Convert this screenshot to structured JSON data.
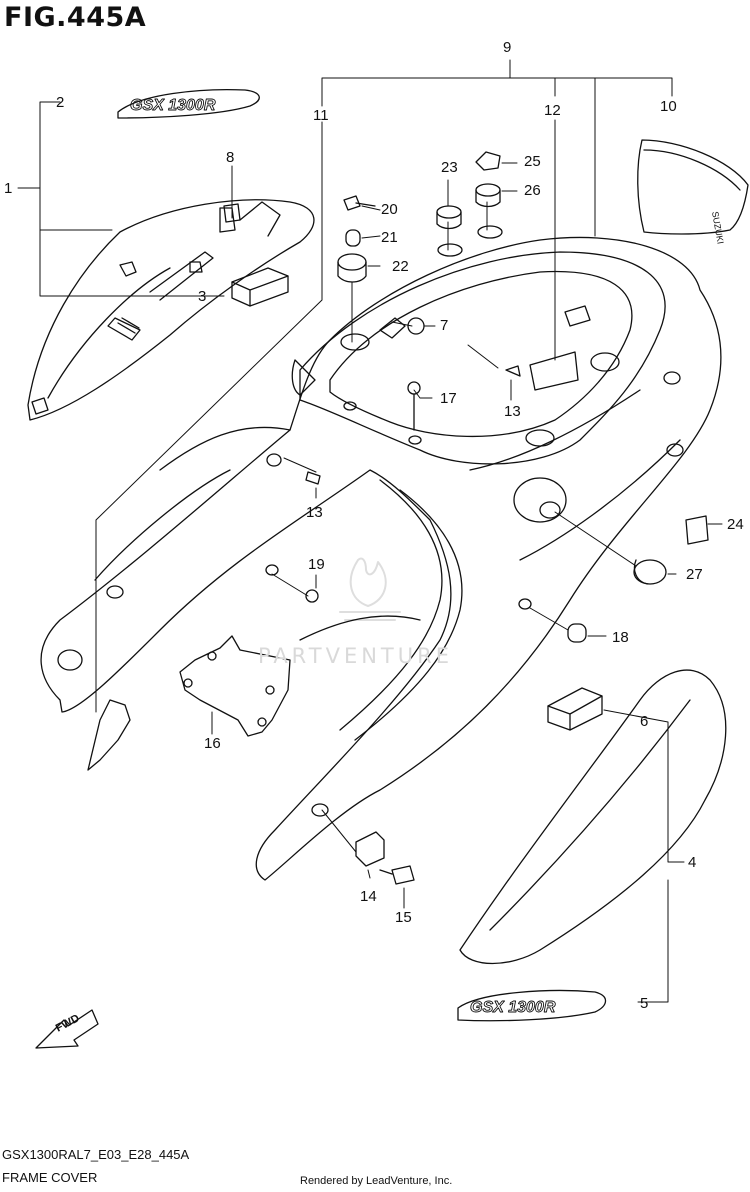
{
  "figure": {
    "title": "FIG.445A",
    "code": "GSX1300RAL7_E03_E28_445A",
    "caption": "FRAME COVER",
    "render_credit": "Rendered by LeadVenture, Inc.",
    "watermark": "PARTVENTURE"
  },
  "emblem": {
    "model_text": "GSX 1300R",
    "brand_text": "SUZUKI",
    "fwd_label": "FWD"
  },
  "callouts": {
    "c1": "1",
    "c2": "2",
    "c3": "3",
    "c4": "4",
    "c5": "5",
    "c6": "6",
    "c7": "7",
    "c8": "8",
    "c9": "9",
    "c10": "10",
    "c11": "11",
    "c12": "12",
    "c13a": "13",
    "c13b": "13",
    "c14": "14",
    "c15": "15",
    "c16": "16",
    "c17": "17",
    "c18": "18",
    "c19": "19",
    "c20": "20",
    "c21": "21",
    "c22": "22",
    "c23": "23",
    "c24": "24",
    "c25": "25",
    "c26": "26",
    "c27": "27"
  }
}
